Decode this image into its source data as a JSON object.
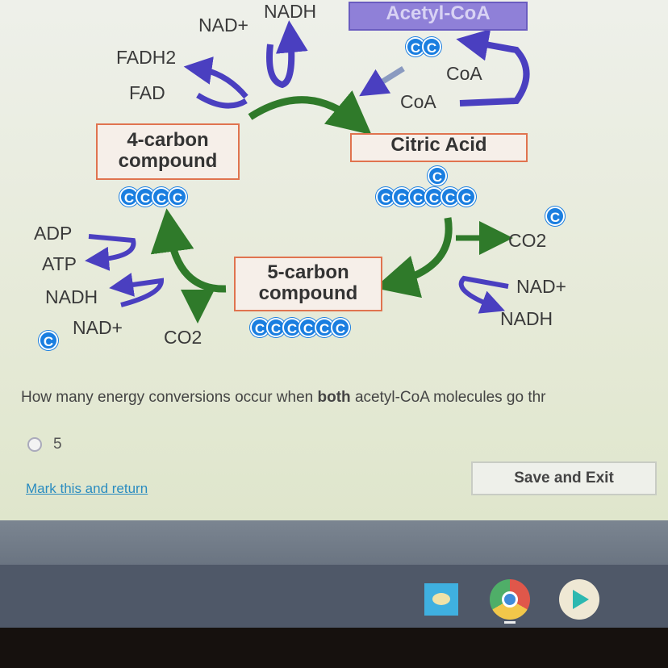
{
  "diagram": {
    "acetyl_coa": "Acetyl-CoA",
    "citric_acid": "Citric Acid",
    "four_carbon": [
      "4-carbon",
      "compound"
    ],
    "five_carbon": [
      "5-carbon",
      "compound"
    ],
    "carbon": "C",
    "labels": {
      "nad_top": "NAD+",
      "nadh_top": "NADH",
      "fadh2": "FADH2",
      "fad": "FAD",
      "coa1": "CoA",
      "coa2": "CoA",
      "adp": "ADP",
      "atp": "ATP",
      "nadh_left": "NADH",
      "nad_left": "NAD+",
      "co2_left": "CO2",
      "co2_right": "CO2",
      "nad_right": "NAD+",
      "nadh_right": "NADH"
    }
  },
  "question": {
    "prefix": "How many energy conversions occur when ",
    "bold": "both",
    "suffix": " acetyl-CoA molecules go thr"
  },
  "option": "5",
  "mark_link": "Mark this and return",
  "save_button": "Save and Exit",
  "taskbar": {
    "apps": [
      "brain-app-icon",
      "chrome-icon",
      "play-store-icon"
    ]
  }
}
